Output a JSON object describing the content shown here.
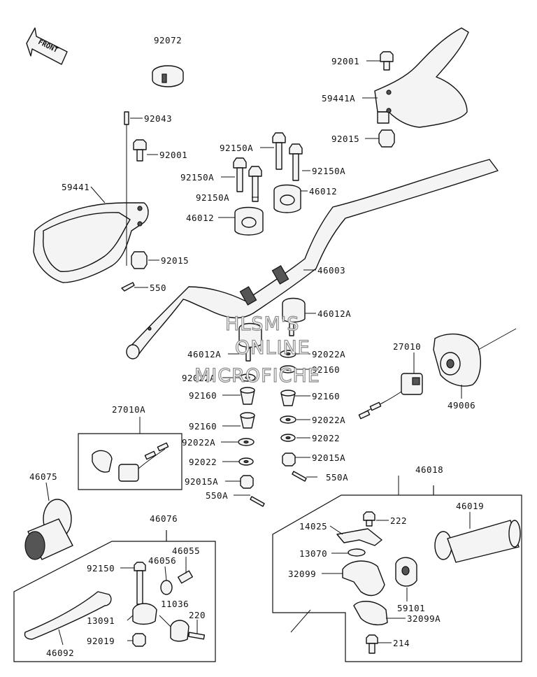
{
  "front_label": "FRONT",
  "watermark": [
    "HLSM'S",
    "ONLINE",
    "MICROFICHE"
  ],
  "labels": {
    "l92072": "92072",
    "l92043": "92043",
    "l92001a": "92001",
    "l59441": "59441",
    "l92015a": "92015",
    "l550a": "550",
    "l92001b": "92001",
    "l59441A": "59441A",
    "l92015b": "92015",
    "l92150A1": "92150A",
    "l92150A2": "92150A",
    "l92150A3": "92150A",
    "l92150A4": "92150A",
    "l46012a": "46012",
    "l46012b": "46012",
    "l46003": "46003",
    "l46012A1": "46012A",
    "l46012A2": "46012A",
    "l92022A1": "92022A",
    "l92022A2": "92022A",
    "l92160a": "92160",
    "l92160b": "92160",
    "l92160c": "92160",
    "l92160d": "92160",
    "l92022A3": "92022A",
    "l92022A4": "92022A",
    "l92022a": "92022",
    "l92022b": "92022",
    "l92015A1": "92015A",
    "l92015A2": "92015A",
    "l550A1": "550A",
    "l550A2": "550A",
    "l27010": "27010",
    "l49006": "49006",
    "l27010A": "27010A",
    "l46075": "46075",
    "l46076": "46076",
    "l46018": "46018",
    "l14025": "14025",
    "l222": "222",
    "l46019": "46019",
    "l13070": "13070",
    "l32099": "32099",
    "l59101": "59101",
    "l32099A": "32099A",
    "l214": "214",
    "l92150": "92150",
    "l46056": "46056",
    "l46055": "46055",
    "l11036": "11036",
    "l13091": "13091",
    "l220": "220",
    "l92019": "92019",
    "l46092": "46092"
  }
}
